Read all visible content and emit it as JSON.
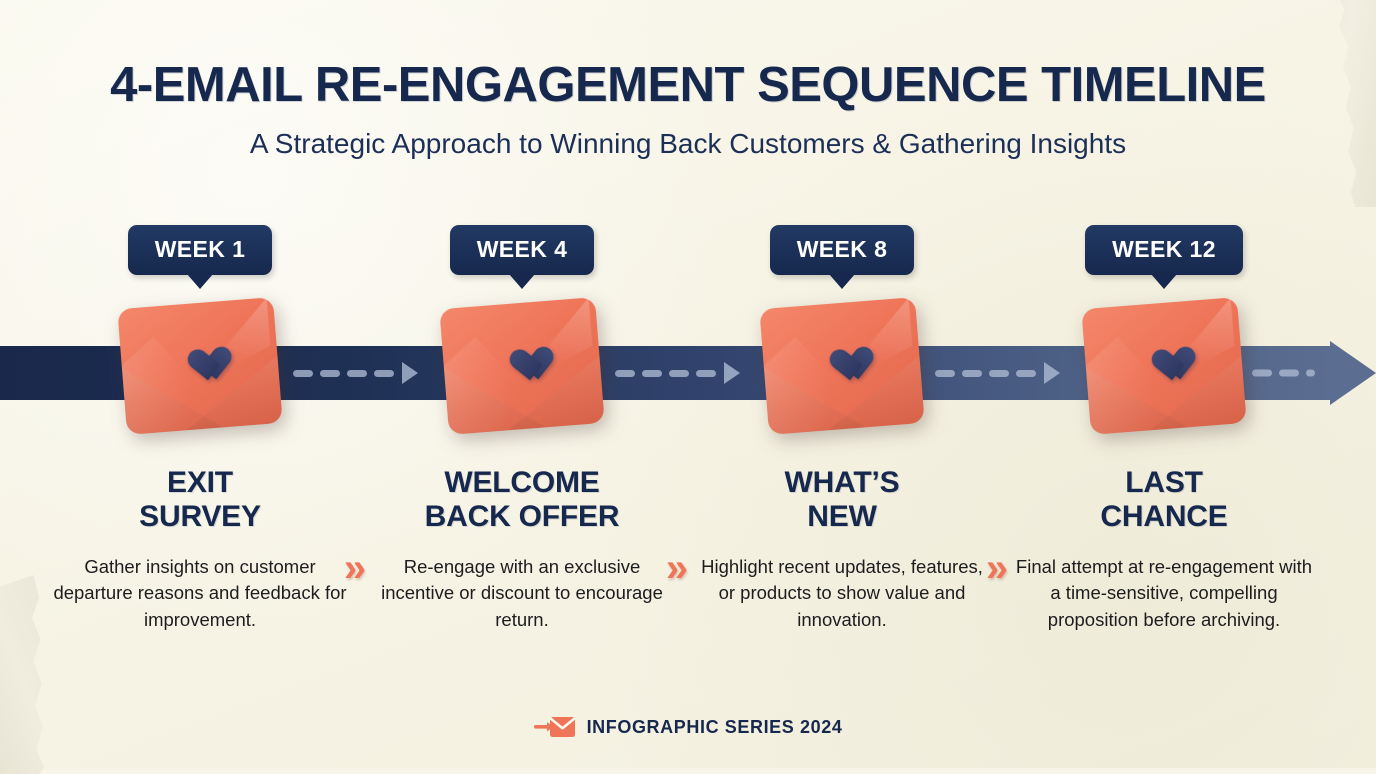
{
  "header": {
    "title": "4-EMAIL RE-ENGAGEMENT SEQUENCE TIMELINE",
    "subtitle": "A Strategic Approach to Winning Back Customers & Gathering Insights"
  },
  "theme": {
    "background": "#f7f5e8",
    "navy": "#16284d",
    "coral": "#ef7559",
    "bar_start": "#19284b",
    "bar_end": "#5b6d90",
    "text": "#1d1d1f"
  },
  "timeline": {
    "separator_glyph": "»",
    "steps": [
      {
        "badge": "WEEK 1",
        "heading": "EXIT\nSURVEY",
        "body": "Gather insights on customer departure reasons and feedback for improvement.",
        "icon": "envelope-heart-icon"
      },
      {
        "badge": "WEEK 4",
        "heading": "WELCOME\nBACK OFFER",
        "body": "Re-engage with an exclusive incentive or discount to encourage return.",
        "icon": "envelope-heart-icon"
      },
      {
        "badge": "WEEK 8",
        "heading": "WHAT’S\nNEW",
        "body": "Highlight recent updates, features, or products to show value and innovation.",
        "icon": "envelope-heart-icon"
      },
      {
        "badge": "WEEK 12",
        "heading": "LAST\nCHANCE",
        "body": "Final attempt at re-engagement with a time-sensitive, compelling proposition before archiving.",
        "icon": "envelope-heart-icon"
      }
    ]
  },
  "footer": {
    "label": "INFOGRAPHIC SERIES 2024",
    "icon": "envelope-arrow-icon"
  }
}
